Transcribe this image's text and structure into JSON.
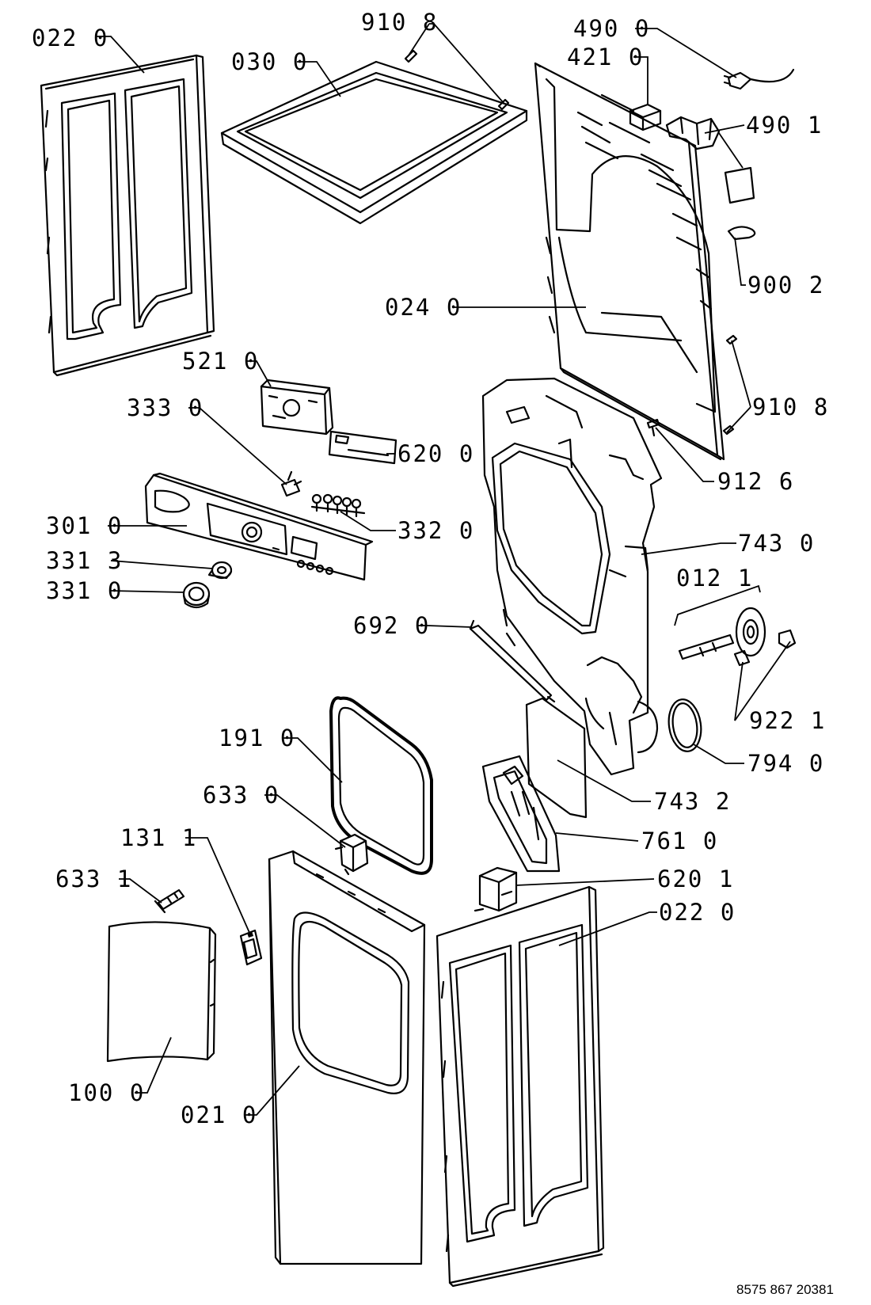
{
  "labels": [
    {
      "id": "022-0-top",
      "text": "022 0"
    },
    {
      "id": "030-0",
      "text": "030 0"
    },
    {
      "id": "910-8-top",
      "text": "910 8"
    },
    {
      "id": "490-0",
      "text": "490 0"
    },
    {
      "id": "421-0",
      "text": "421 0"
    },
    {
      "id": "490-1",
      "text": "490 1"
    },
    {
      "id": "900-2",
      "text": "900 2"
    },
    {
      "id": "024-0",
      "text": "024 0"
    },
    {
      "id": "521-0",
      "text": "521 0"
    },
    {
      "id": "910-8-right",
      "text": "910 8"
    },
    {
      "id": "333-0",
      "text": "333 0"
    },
    {
      "id": "620-0",
      "text": "620 0"
    },
    {
      "id": "912-6",
      "text": "912 6"
    },
    {
      "id": "301-0",
      "text": "301 0"
    },
    {
      "id": "332-0",
      "text": "332 0"
    },
    {
      "id": "743-0",
      "text": "743 0"
    },
    {
      "id": "331-3",
      "text": "331 3"
    },
    {
      "id": "012-1",
      "text": "012 1"
    },
    {
      "id": "331-0",
      "text": "331 0"
    },
    {
      "id": "692-0",
      "text": "692 0"
    },
    {
      "id": "922-1",
      "text": "922 1"
    },
    {
      "id": "191-0",
      "text": "191 0"
    },
    {
      "id": "794-0",
      "text": "794 0"
    },
    {
      "id": "633-0",
      "text": "633 0"
    },
    {
      "id": "743-2",
      "text": "743 2"
    },
    {
      "id": "131-1",
      "text": "131 1"
    },
    {
      "id": "761-0",
      "text": "761 0"
    },
    {
      "id": "633-1",
      "text": "633 1"
    },
    {
      "id": "620-1",
      "text": "620 1"
    },
    {
      "id": "022-0-bottom",
      "text": "022 0"
    },
    {
      "id": "100-0",
      "text": "100 0"
    },
    {
      "id": "021-0",
      "text": "021 0"
    }
  ],
  "footer": {
    "drawing_number": "8575 867 20381"
  }
}
